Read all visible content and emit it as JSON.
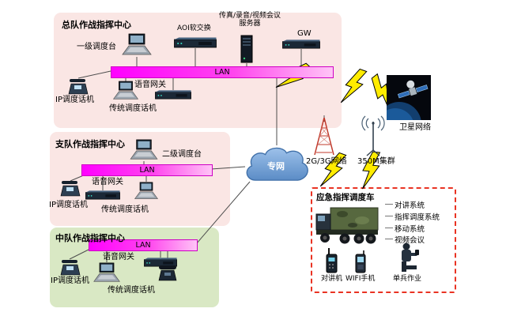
{
  "corps": {
    "title": "总队作战指挥中心",
    "console": "一级调度台",
    "softswitch": "AOI软交换",
    "server_line1": "传真/录音/视频会议",
    "server_line2": "服务器",
    "gw": "GW",
    "lan": "LAN",
    "voice_gateway": "语音网关",
    "ip_phone": "IP调度话机",
    "trad_phone": "传统调度话机"
  },
  "detachment": {
    "title": "支队作战指挥中心",
    "console": "二级调度台",
    "lan": "LAN",
    "voice_gateway": "语音网关",
    "ip_phone": "IP调度话机",
    "trad_phone": "传统调度话机"
  },
  "squadron": {
    "title": "中队作战指挥中心",
    "lan": "LAN",
    "voice_gateway": "语音网关",
    "ip_phone": "IP调度话机",
    "trad_phone": "传统调度话机"
  },
  "wan": {
    "cloud": "专网",
    "cellular": "2G/3G网络",
    "trunking": "350M集群",
    "satellite": "卫星网络"
  },
  "vehicle": {
    "title": "应急指挥调度车",
    "systems": [
      "对讲系统",
      "指挥调度系统",
      "移动系统",
      "视频会议"
    ],
    "walkie": "对讲机",
    "wifi_phone": "WIFI手机",
    "soldier": "单兵作业"
  },
  "colors": {
    "zone_pink": "#fae6e4",
    "zone_green": "#d9e8c4",
    "lan_a": "#ff00ff",
    "lan_b": "#ffc4f6",
    "cloud_fill": "#7aa8dc",
    "cloud_stroke": "#3f6fa8",
    "veh_border": "#e93323",
    "bolt": "#ffec00"
  }
}
